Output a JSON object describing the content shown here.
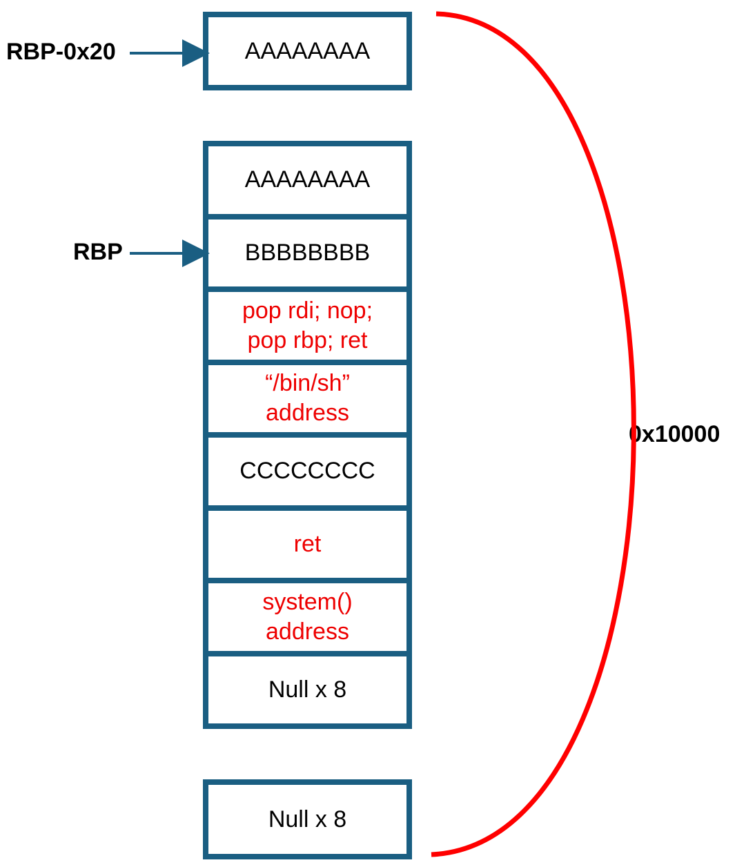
{
  "top_box": {
    "text": "AAAAAAAA"
  },
  "stack": {
    "cells": [
      {
        "text": "AAAAAAAA",
        "highlight": false
      },
      {
        "text": "BBBBBBBB",
        "highlight": false
      },
      {
        "text": "pop rdi; nop;\npop rbp; ret",
        "highlight": true
      },
      {
        "text": "“/bin/sh”\naddress",
        "highlight": true
      },
      {
        "text": "CCCCCCCC",
        "highlight": false
      },
      {
        "text": "ret",
        "highlight": true
      },
      {
        "text": "system()\naddress",
        "highlight": true
      },
      {
        "text": "Null x 8",
        "highlight": false
      }
    ]
  },
  "bottom_box": {
    "text": "Null x 8"
  },
  "pointers": {
    "rbp_minus": "RBP-0x20",
    "rbp": "RBP"
  },
  "span_label": "0x10000",
  "colors": {
    "box_border": "#1a5e82",
    "highlight_text": "#ee0000",
    "bracket": "#ff0000",
    "arrow": "#1a5e82"
  }
}
